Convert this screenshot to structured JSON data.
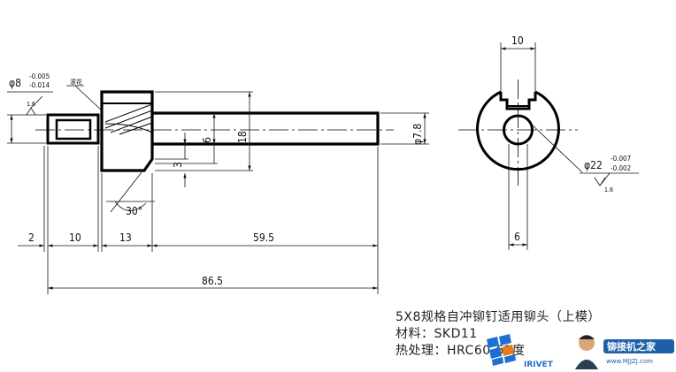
{
  "title_block": {
    "title": "5X8规格自冲铆钉适用铆头（上模）",
    "material": "材料：SKD11",
    "heat_treatment": "热处理：HRC60-62度"
  },
  "dimensions": {
    "d_left": "2",
    "d_pilot": "10",
    "d_head": "13",
    "d_shank": "59.5",
    "d_total": "86.5",
    "d_slot": "10",
    "d_web": "6",
    "d_6": "6",
    "d_18": "18",
    "d_3": "3",
    "d_phi78": "φ7.8",
    "angle": "30°",
    "phi8_main": "φ8",
    "phi8_upper": "-0.005",
    "phi8_lower": "-0.014",
    "phi22_main": "φ22",
    "phi22_upper": "-0.007",
    "phi22_lower": "-0.002",
    "rough_left": "1.6",
    "rough_right": "1.6",
    "knurl_note": "滚花"
  },
  "logo": {
    "brand_left": "IRIVET",
    "brand_right": "铆接机之家",
    "url": "www.MJJZJ.com"
  }
}
